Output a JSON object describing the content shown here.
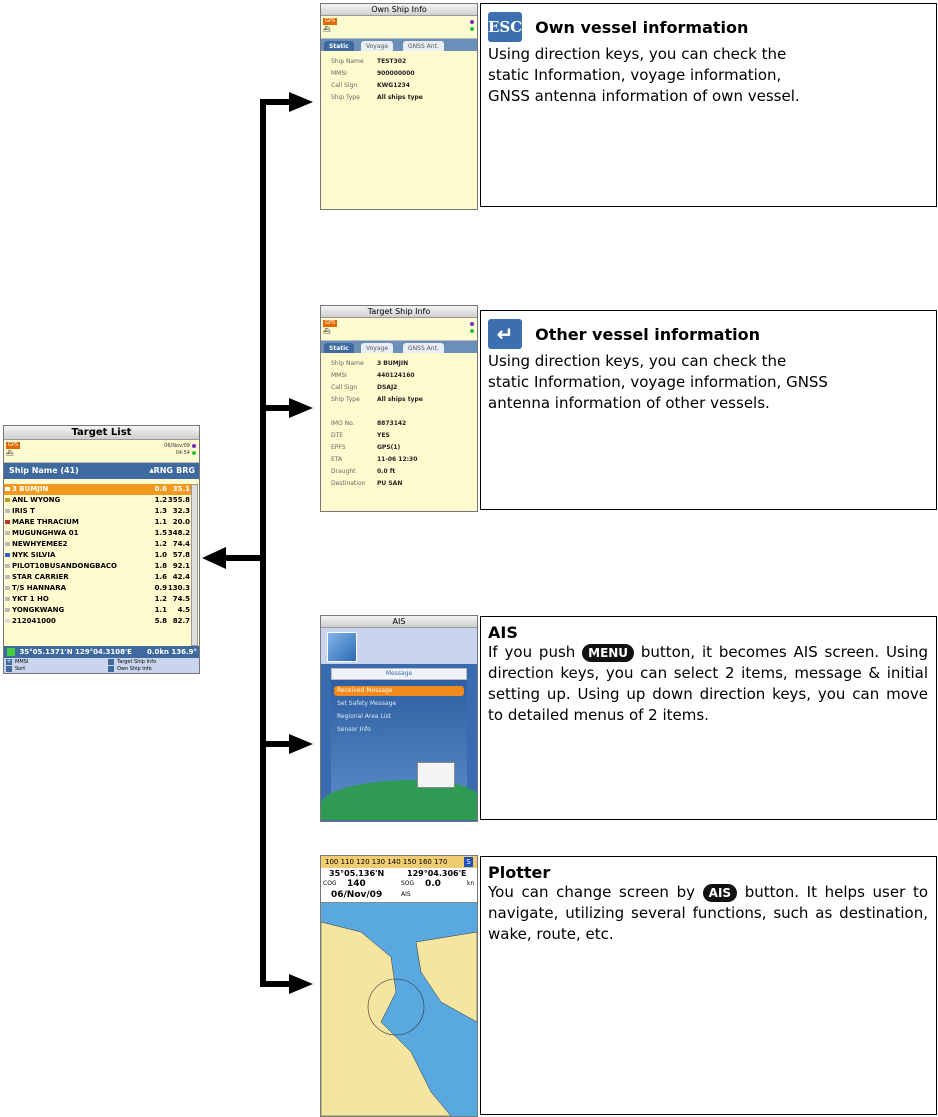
{
  "target_list": {
    "title": "Target List",
    "status_date": "06/Nov/09",
    "status_time": "04:54",
    "col_name": "Ship Name (41)",
    "col_rng": "RNG",
    "col_brg": "BRG",
    "rows": [
      {
        "name": "3 BUMJIN",
        "rng": "0.6",
        "brg": "35.1",
        "selected": true
      },
      {
        "name": "ANL WYONG",
        "rng": "1.2",
        "brg": "355.8"
      },
      {
        "name": "IRIS T",
        "rng": "1.3",
        "brg": "32.3"
      },
      {
        "name": "MARE THRACIUM",
        "rng": "1.1",
        "brg": "20.0"
      },
      {
        "name": "MUGUNGHWA 01",
        "rng": "1.5",
        "brg": "348.2"
      },
      {
        "name": "NEWHYEMEE2",
        "rng": "1.2",
        "brg": "74.4"
      },
      {
        "name": "NYK SILVIA",
        "rng": "1.0",
        "brg": "57.8"
      },
      {
        "name": "PILOT10BUSANDONGBACO",
        "rng": "1.8",
        "brg": "92.1"
      },
      {
        "name": "STAR CARRIER",
        "rng": "1.6",
        "brg": "42.4"
      },
      {
        "name": "T/S HANNARA",
        "rng": "0.9",
        "brg": "130.3"
      },
      {
        "name": "YKT 1 HO",
        "rng": "1.2",
        "brg": "74.5"
      },
      {
        "name": "YONGKWANG",
        "rng": "1.1",
        "brg": "4.5"
      },
      {
        "name": "212041000",
        "rng": "5.8",
        "brg": "82.7"
      }
    ],
    "position": "35°05.1371'N 129°04.3108'E",
    "speed": "0.0kn",
    "heading": "136.9°",
    "soft_mmsi": "MMSI",
    "soft_sort": "Sort",
    "soft_target": "Target Ship Info",
    "soft_own": "Own Ship Info"
  },
  "own_ship_screen": {
    "title": "Own Ship Info",
    "tabs": [
      "Static",
      "Voyage",
      "GNSS Ant."
    ],
    "rows": [
      {
        "label": "Ship Name",
        "value": "TEST302"
      },
      {
        "label": "MMSI",
        "value": "900000000"
      },
      {
        "label": "Call Sign",
        "value": "KWG1234"
      },
      {
        "label": "Ship Type",
        "value": "All ships type"
      }
    ]
  },
  "target_ship_screen": {
    "title": "Target Ship Info",
    "tabs": [
      "Static",
      "Voyage",
      "GNSS Ant."
    ],
    "rows": [
      {
        "label": "Ship Name",
        "value": "3 BUMJIN"
      },
      {
        "label": "MMSI",
        "value": "440124160"
      },
      {
        "label": "Call Sign",
        "value": "DSAJ2"
      },
      {
        "label": "Ship Type",
        "value": "All ships type"
      }
    ],
    "rows2": [
      {
        "label": "IMO No.",
        "value": "8873142"
      },
      {
        "label": "DTE",
        "value": "YES"
      },
      {
        "label": "EPFS",
        "value": "GPS(1)"
      },
      {
        "label": "ETA",
        "value": "11-06  12:30"
      },
      {
        "label": "Draught",
        "value": "0.0  ft"
      },
      {
        "label": "Destination",
        "value": "PU SAN"
      }
    ]
  },
  "ais_screen": {
    "title": "AIS",
    "menu_header": "Message",
    "items": [
      "Received Message",
      "Set Safety Message",
      "Regional Area List",
      "Sensor Info"
    ]
  },
  "plotter_screen": {
    "scale": "100 110 120 130 140 150 160 170",
    "lat": "35°05.136'N",
    "lon": "129°04.306'E",
    "cog_label": "COG",
    "cog": "140",
    "sog_label": "SOG",
    "sog": "0.0",
    "sog_unit": "kn",
    "date": "06/Nov/09",
    "ais_label": "AIS"
  },
  "boxes": {
    "own": {
      "icon": "ESC",
      "title": "Own vessel information",
      "body": "Using direction keys, you can check the static Information, voyage information, GNSS antenna information of own vessel."
    },
    "other": {
      "title": "Other vessel information",
      "body": "Using direction keys, you can check the static Information, voyage information, GNSS antenna information of other vessels."
    },
    "ais": {
      "title": "AIS",
      "body_a": "If you push ",
      "key": "MENU",
      "body_b": " button, it becomes AIS screen. Using direction keys, you can select 2 items, message & initial setting up. Using up down direction keys, you can move to detailed menus of 2 items."
    },
    "plotter": {
      "title": "Plotter",
      "body_a": "You can change screen by ",
      "key": "AIS",
      "body_b": " button. It helps user to navigate, utilizing several functions, such as destination, wake, route, etc."
    }
  }
}
